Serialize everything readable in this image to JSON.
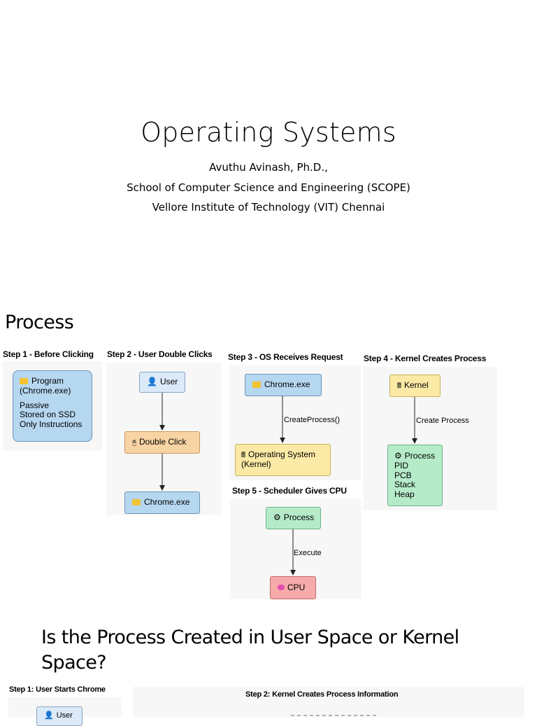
{
  "slide1": {
    "title": "Operating Systems",
    "author": "Avuthu Avinash, Ph.D.,",
    "school": "School of Computer Science and Engineering (SCOPE)",
    "institute": "Vellore Institute of Technology (VIT) Chennai"
  },
  "slide2": {
    "title": "Process",
    "step1": {
      "label": "Step 1 - Before Clicking",
      "box_title": "Program",
      "box_sub": "(Chrome.exe)",
      "lines": [
        "Passive",
        "Stored on SSD",
        "Only Instructions"
      ]
    },
    "step2": {
      "label": "Step 2 - User Double Clicks",
      "user": "User",
      "click": "Double Click",
      "chrome": "Chrome.exe"
    },
    "step3": {
      "label": "Step 3 - OS Receives Request",
      "chrome": "Chrome.exe",
      "edge": "CreateProcess()",
      "os_line1": "Operating System",
      "os_line2": "(Kernel)"
    },
    "step4": {
      "label": "Step 4 - Kernel Creates Process",
      "kernel": "Kernel",
      "edge": "Create Process",
      "process": "Process",
      "lines": [
        "PID",
        "PCB",
        "Stack",
        "Heap"
      ]
    },
    "step5": {
      "label": "Step 5 - Scheduler Gives CPU",
      "process": "Process",
      "edge": "Execute",
      "cpu": "CPU"
    }
  },
  "slide3": {
    "title_line1": "Is the Process Created in User Space or Kernel",
    "title_line2": "Space?",
    "step1_label": "Step 1: User Starts Chrome",
    "user": "User",
    "step2_label": "Step 2: Kernel Creates Process Information"
  }
}
